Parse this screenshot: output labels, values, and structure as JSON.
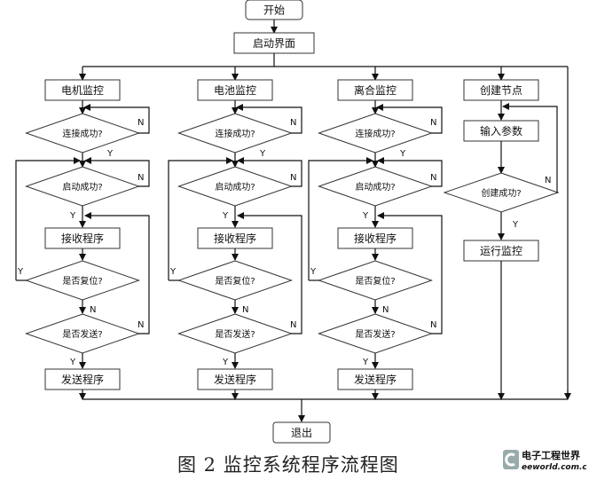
{
  "start": "开始",
  "init": "启动界面",
  "exit": "退出",
  "caption": "图 2 监控系统程序流程图",
  "columns": [
    {
      "title": "电机监控",
      "connect": "连接成功?",
      "startup": "启动成功?",
      "receive": "接收程序",
      "reset": "是否复位?",
      "send_q": "是否发送?",
      "send": "发送程序"
    },
    {
      "title": "电池监控",
      "connect": "连接成功?",
      "startup": "启动成功?",
      "receive": "接收程序",
      "reset": "是否复位?",
      "send_q": "是否发送?",
      "send": "发送程序"
    },
    {
      "title": "离合监控",
      "connect": "连接成功?",
      "startup": "启动成功?",
      "receive": "接收程序",
      "reset": "是否复位?",
      "send_q": "是否发送?",
      "send": "发送程序"
    }
  ],
  "node_column": {
    "title": "创建节点",
    "input": "输入参数",
    "created": "创建成功?",
    "run": "运行监控"
  },
  "labels": {
    "yes": "Y",
    "no": "N"
  },
  "logo": {
    "name": "电子工程世界",
    "site": "eeworld.com.cn",
    "accent": "#c0392b"
  }
}
